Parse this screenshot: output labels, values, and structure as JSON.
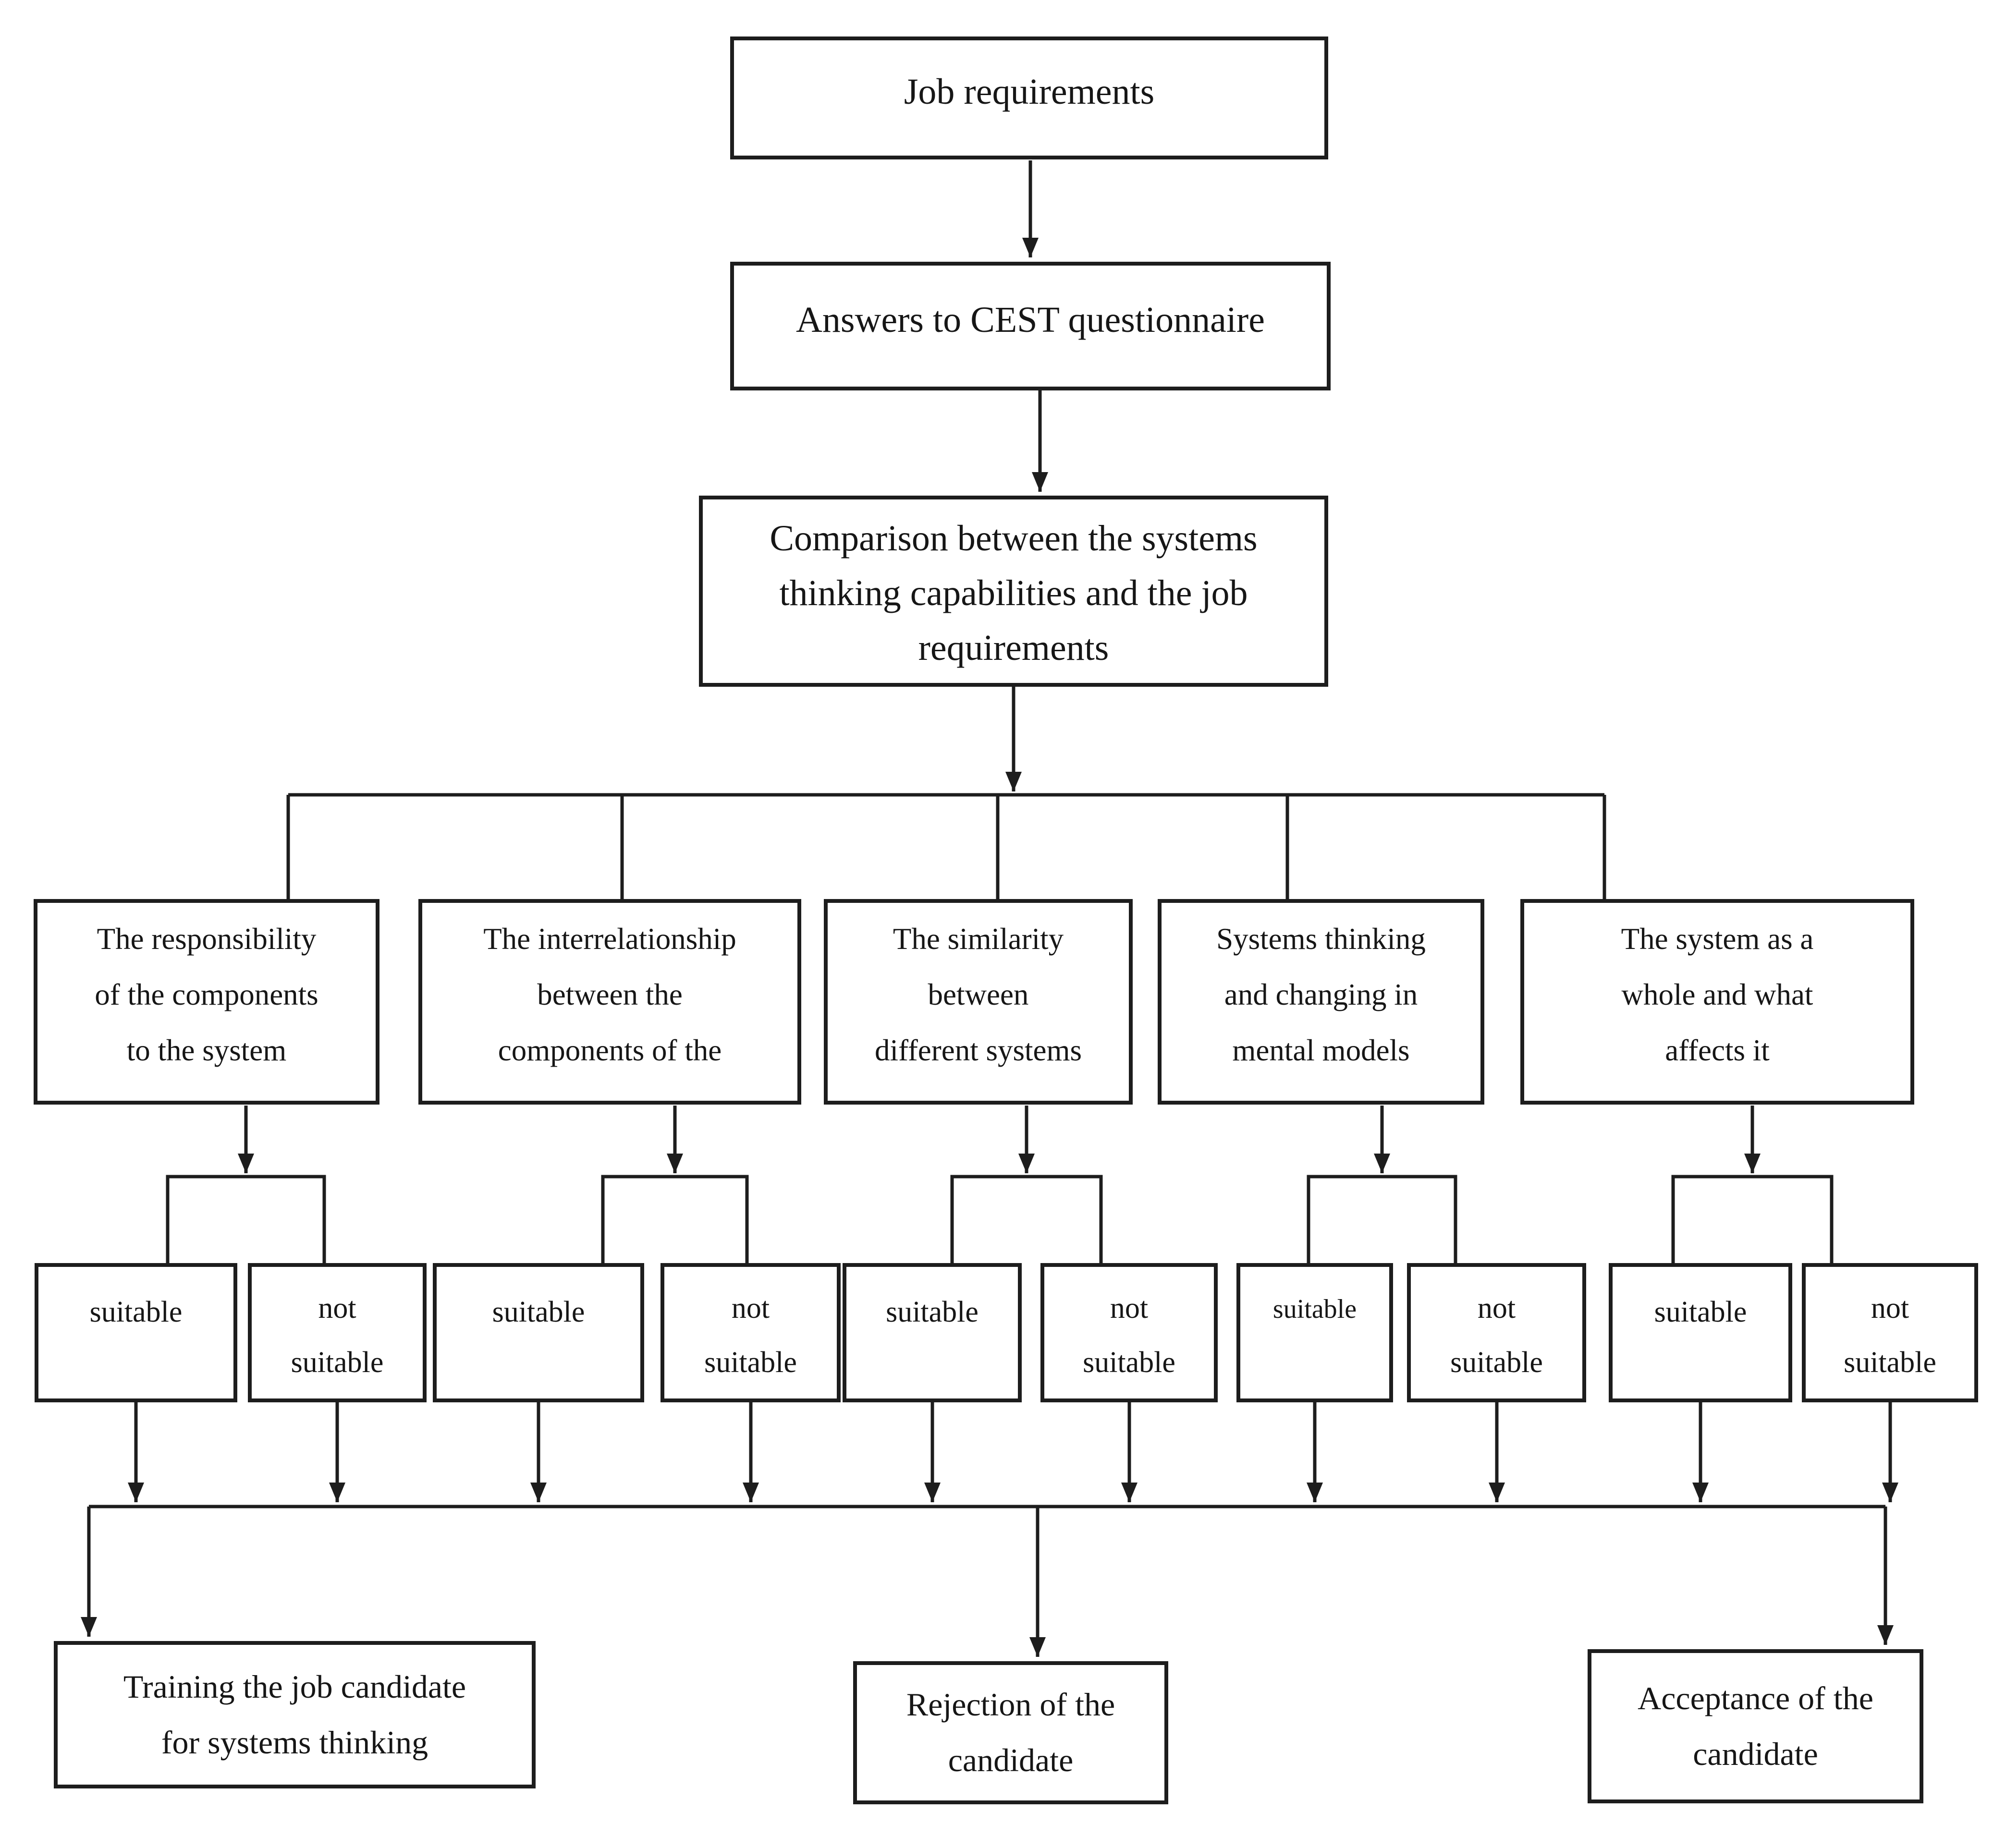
{
  "diagram": {
    "description": "Flowchart of candidate systems-thinking assessment based on CEST questionnaire",
    "nodes": {
      "job": {
        "label": "Job requirements"
      },
      "answers": {
        "label": "Answers to CEST questionnaire"
      },
      "comparison": {
        "label": [
          "Comparison between the systems",
          "thinking capabilities and the job",
          "requirements"
        ]
      },
      "responsibility": {
        "label": [
          "The responsibility",
          "of the components",
          "to the system"
        ]
      },
      "interrelationship": {
        "label": [
          "The interrelationship",
          "between the",
          "components of the"
        ]
      },
      "similarity": {
        "label": [
          "The similarity",
          "between",
          "different systems"
        ]
      },
      "mental_models": {
        "label": [
          "Systems thinking",
          "and changing in",
          "mental models"
        ]
      },
      "whole_system": {
        "label": [
          "The system as a",
          "whole and what",
          "affects it"
        ]
      },
      "suitable": {
        "label": "suitable"
      },
      "not_suitable": {
        "label": [
          "not",
          "suitable"
        ]
      },
      "training": {
        "label": [
          "Training the job candidate",
          "for systems thinking"
        ]
      },
      "rejection": {
        "label": [
          "Rejection of the",
          "candidate"
        ]
      },
      "acceptance": {
        "label": [
          "Acceptance of the",
          "candidate"
        ]
      }
    },
    "outcome_labels": [
      "suitable",
      "not suitable"
    ]
  },
  "colors": {
    "line": "#1d1d1d",
    "text": "#161616",
    "background": "#ffffff"
  }
}
